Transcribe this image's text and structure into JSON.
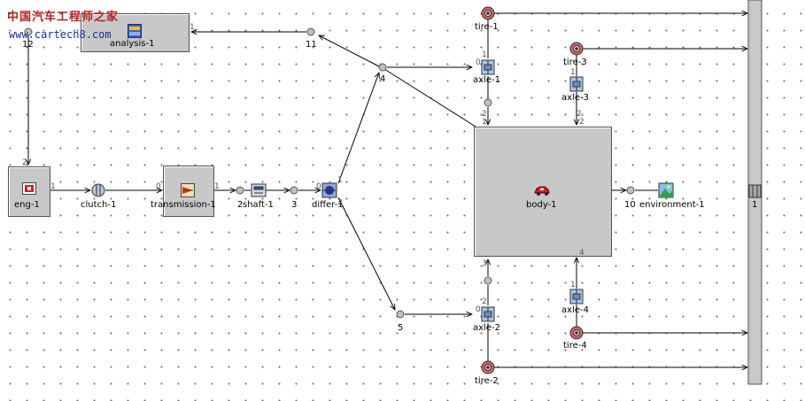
{
  "watermark": {
    "title": "中国汽车工程师之家",
    "url": "www.cartech8.com"
  },
  "blocks": {
    "analysis": "analysis-1",
    "engine": "eng-1",
    "clutch": "clutch-1",
    "transmission": "transmission-1",
    "shaft": "shaft-1",
    "differential": "differ-1",
    "axle1": "axle-1",
    "axle2": "axle-2",
    "axle3": "axle-3",
    "axle4": "axle-4",
    "tire1": "tire-1",
    "tire2": "tire-2",
    "tire3": "tire-3",
    "tire4": "tire-4",
    "body": "body-1",
    "environment": "environment-1",
    "bus": "1"
  },
  "nodes": {
    "n2": "2",
    "n3": "3",
    "n4": "4",
    "n5": "5",
    "n10": "10",
    "n11": "11",
    "n12": "12"
  },
  "ports": {
    "p_analysis_1": "1",
    "p_eng_2": "2",
    "p_eng_1": "1",
    "p_trans_0": "0",
    "p_trans_1": "1",
    "p_diff_0": "0",
    "p_diff_1": "1",
    "p_diff_2": "2",
    "p_axle1_0": "0",
    "p_axle1_1": "1",
    "p_axle1_2": "2",
    "p_axle2_0": "0",
    "p_axle2_2": "2",
    "p_axle3_1": "1",
    "p_axle3_2": "2",
    "p_body_1": "1",
    "p_body_2": "2",
    "p_body_3": "3",
    "p_body_4": "4",
    "p_axle4_1": "1"
  }
}
